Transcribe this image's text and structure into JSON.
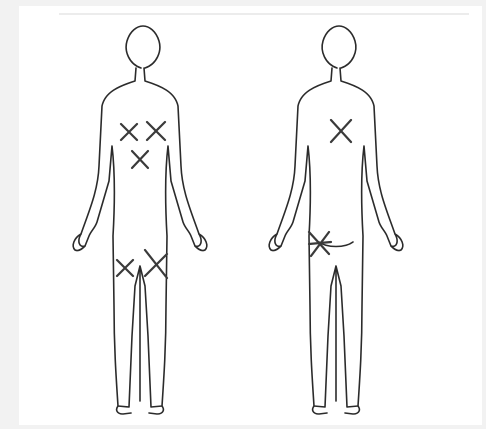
{
  "diagram": {
    "views": [
      {
        "id": "front",
        "mark_count": 5
      },
      {
        "id": "back",
        "mark_count": 2
      }
    ],
    "line_color": "#2b2b2b",
    "mark_color": "#3a3a3a",
    "background": "#ffffff"
  }
}
